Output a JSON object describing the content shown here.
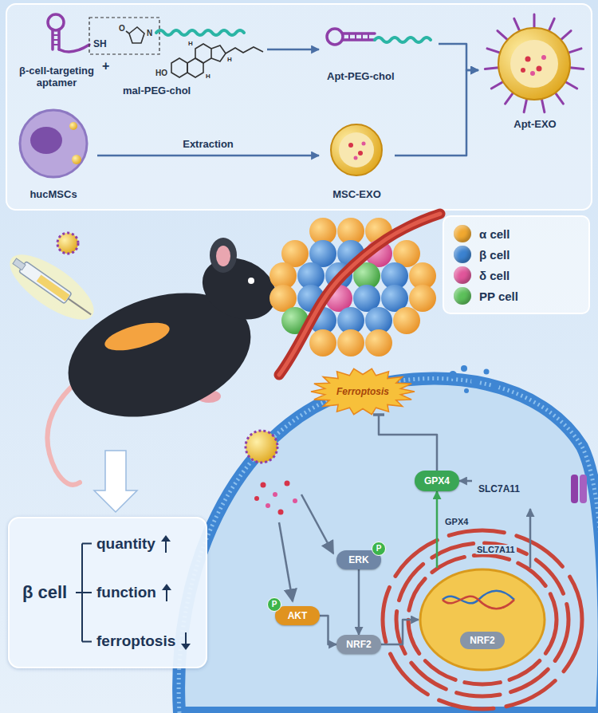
{
  "diagram": {
    "nodes": [
      {
        "text": [
          "β-cell-targeting aptamer"
        ]
      },
      {
        "text": [
          "mal-PEG-chol"
        ]
      },
      {
        "text": [
          "Apt-PEG-chol"
        ]
      },
      {
        "text": [
          "hucMSCs"
        ]
      },
      {
        "text": [
          "MSC-EXO"
        ]
      },
      {
        "text": [
          "Apt-EXO"
        ]
      },
      {
        "text": [
          "Ferroptosis"
        ]
      },
      {
        "text": [
          "GPX4"
        ]
      },
      {
        "text": [
          "SLC7A11"
        ]
      },
      {
        "text": [
          "ERK"
        ]
      },
      {
        "text": [
          "P"
        ],
        "in": 9
      },
      {
        "text": [
          "AKT"
        ]
      },
      {
        "text": [
          "P"
        ],
        "in": 11
      },
      {
        "text": [
          "NRF2"
        ]
      },
      {
        "text": [
          "NRF2"
        ]
      },
      {
        "text": [
          "β cell",
          "quantity",
          "function",
          "ferroptosis"
        ]
      }
    ],
    "edges": [
      {
        "from": 1,
        "to": 2,
        "arrow": "to"
      },
      {
        "from": 3,
        "to": 4,
        "label": "Extraction",
        "arrow": "to"
      },
      {
        "from": 2,
        "to": 5,
        "arrow": "to"
      },
      {
        "from": 4,
        "to": 5,
        "arrow": "to"
      },
      {
        "from": 9,
        "to": 13,
        "arrow": "to"
      },
      {
        "from": 11,
        "to": 13,
        "arrow": "to"
      },
      {
        "from": 13,
        "to": 14,
        "arrow": "to"
      },
      {
        "from": 14,
        "to": 7,
        "arrow": "to"
      },
      {
        "from": 14,
        "to": 8,
        "arrow": "to"
      },
      {
        "from": 8,
        "to": 7,
        "arrow": "to"
      },
      {
        "from": 7,
        "to": 6,
        "arrow": "to"
      }
    ],
    "labels": [
      "SH",
      "O",
      "N",
      "+",
      "HO",
      "H",
      "H",
      "H",
      "GPX4",
      "SLC7A11"
    ],
    "legend": [
      {
        "text": "α cell",
        "color": "#f0a830"
      },
      {
        "text": "β cell",
        "color": "#3b82d0"
      },
      {
        "text": "δ cell",
        "color": "#e0559a"
      },
      {
        "text": "PP cell",
        "color": "#5cc05a"
      }
    ]
  }
}
